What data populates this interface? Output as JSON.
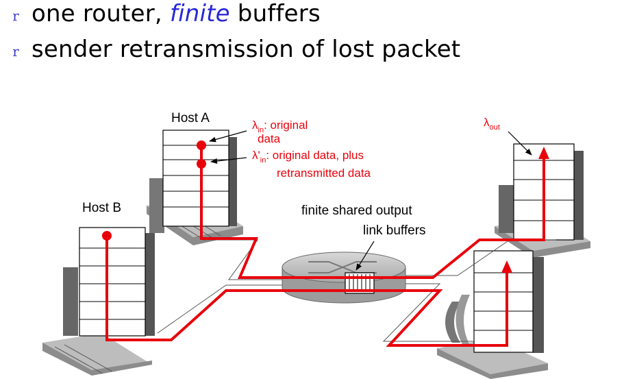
{
  "bullets": {
    "marker": "r",
    "line1_prefix": "one router, ",
    "line1_emph": "finite",
    "line1_suffix": " buffers",
    "line2": "sender retransmission of lost packet"
  },
  "labels": {
    "host_a": "Host A",
    "host_b": "Host B",
    "buffers_line1": "finite shared output",
    "buffers_line2": "link buffers",
    "lambda": "λ",
    "lambda_prime": "λ'",
    "in_sub": "in",
    "out_sub": "out",
    "lambda_in_desc_line1": ": original",
    "lambda_in_desc_line2": "data",
    "lambda_prime_desc_line1": ": original data, plus",
    "lambda_prime_desc_line2": "retransmitted data"
  },
  "colors": {
    "flow": "#e8000a",
    "emphasis": "#2828d8",
    "bullet_marker": "#3a3acc"
  }
}
